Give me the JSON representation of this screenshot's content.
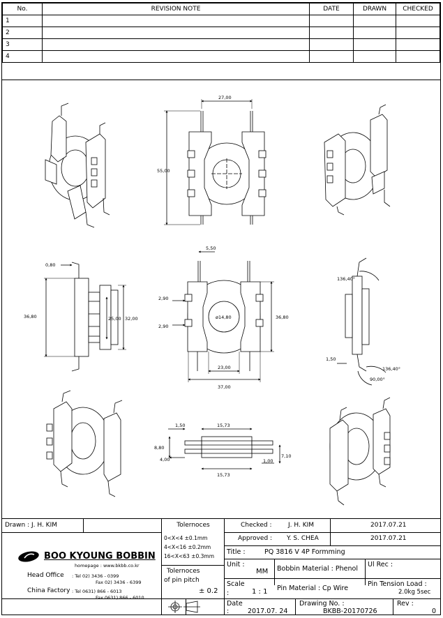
{
  "revision": {
    "headers": [
      "No.",
      "REVISION NOTE",
      "DATE",
      "DRAWN",
      "CHECKED"
    ],
    "rows": [
      "1",
      "2",
      "3",
      "4"
    ]
  },
  "dims": {
    "w27": "27,00",
    "h55": "55,00",
    "d550": "5,50",
    "d080": "0,80",
    "d3680a": "36,80",
    "d2500": "25,00",
    "d3200": "32,00",
    "d290a": "2,90",
    "d290b": "2,90",
    "dia": "ø14,80",
    "d3680b": "36,80",
    "d2300": "23,00",
    "d3700": "37,00",
    "ang1": "136,40°",
    "ang2": "136,40°",
    "ang3": "90,00°",
    "d150a": "1,50",
    "d150b": "1,50",
    "d1573a": "15,73",
    "d880": "8,80",
    "d400": "4,00",
    "d710": "7,10",
    "d100": "1,00",
    "d1573b": "15,73"
  },
  "title_block": {
    "drawn": "Drawn : J. H. KIM",
    "company": "BOO KYOUNG BOBBIN",
    "homepage": "homepage : www.bkbb.co.kr",
    "head_office": "Head Office",
    "ho_tel": ": Tel  02) 3436 - 0399",
    "ho_fax": "Fax  02) 3436 - 6399",
    "china_factory": "China Factory",
    "cf_tel": ": Tel  0631) 866 - 6013",
    "cf_fax": "Fax  0631) 866 - 6010",
    "tol_title": "Tolernoces",
    "tol1": "0<X<4   ±0.1mm",
    "tol2": "4<X<16  ±0.2mm",
    "tol3": "16<X<63 ±0.3mm",
    "tol_pitch_1": "Tolernoces",
    "tol_pitch_2": "of pin pitch",
    "tol_pitch_3": "± 0.2",
    "checked_label": "Checked :",
    "checked_name": "J. H. KIM",
    "checked_date": "2017.07.21",
    "approved_label": "Approved :",
    "approved_name": "Y. S. CHEA",
    "approved_date": "2017.07.21",
    "title_label": "Title :",
    "title_value": "PQ 3816 V 4P Formming",
    "unit_label": "Unit :",
    "unit_value": "MM",
    "bobbin_material": "Bobbin Material : Phenol",
    "ul_rec": "Ul Rec :",
    "scale_label": "Scale",
    "scale_colon": ":",
    "scale_value": "1 : 1",
    "pin_material": "Pin Material : Cp Wire",
    "pin_tension_1": "Pin Tension Load :",
    "pin_tension_2": "2.0kg 5sec",
    "date_label": "Date",
    "date_colon": ":",
    "date_value": "2017.07. 24",
    "drawing_no_label": "Drawing No. :",
    "drawing_no": "BKBB-20170726",
    "rev_label": "Rev :",
    "rev_value": "0"
  }
}
